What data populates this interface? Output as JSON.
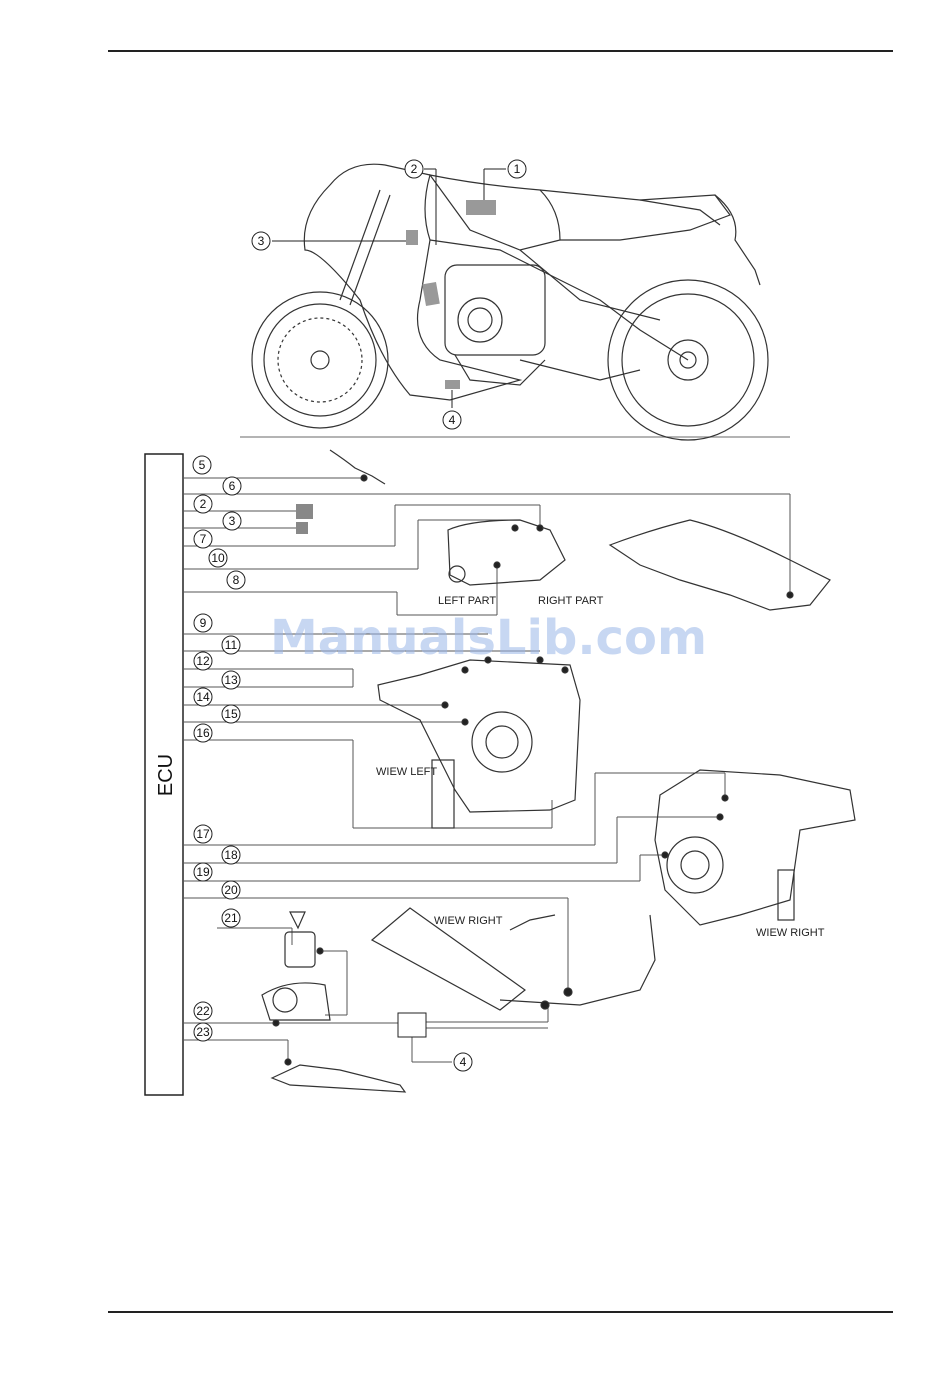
{
  "page": {
    "watermark": "ManualsLib.com"
  },
  "diagram": {
    "ecu_label": "ECU",
    "labels": {
      "left_part": "LEFT PART",
      "right_part": "RIGHT PART",
      "view_left": "WIEW LEFT",
      "view_right_exhaust": "WIEW RIGHT",
      "view_right_engine": "WIEW RIGHT"
    },
    "top_callouts": [
      "1",
      "2",
      "3",
      "4"
    ],
    "ecu_callouts": [
      "5",
      "6",
      "2",
      "3",
      "7",
      "10",
      "8",
      "9",
      "11",
      "12",
      "13",
      "14",
      "15",
      "16",
      "17",
      "18",
      "19",
      "20",
      "21",
      "22",
      "23"
    ],
    "bottom_callout": "4"
  }
}
